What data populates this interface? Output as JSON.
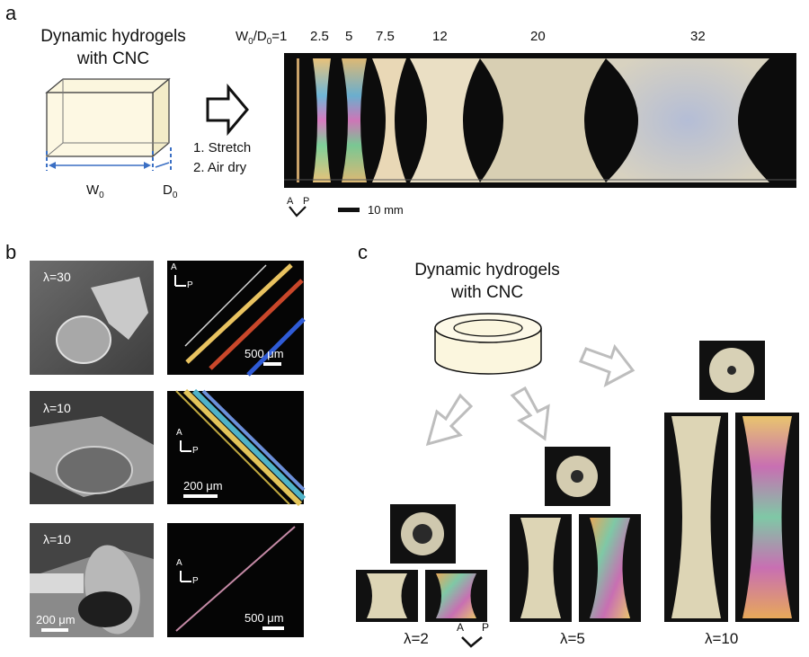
{
  "panel_a": {
    "label": "a",
    "title_line1": "Dynamic hydrogels",
    "title_line2": "with CNC",
    "w0_label": "W",
    "w0_sub": "0",
    "d0_label": "D",
    "d0_sub": "0",
    "step1": "1. Stretch",
    "step2": "2. Air dry",
    "ratio_prefix_w": "W",
    "ratio_sub1": "0",
    "ratio_slash": "/D",
    "ratio_sub2": "0",
    "ratio_eq": "=1",
    "ratios": [
      "2.5",
      "5",
      "7.5",
      "12",
      "20",
      "32"
    ],
    "axis_a": "A",
    "axis_p": "P",
    "scale": "10 mm"
  },
  "panel_b": {
    "label": "b",
    "rows": [
      {
        "lambda": "λ=30",
        "pol_scale": "500 μm",
        "sem_scale": ""
      },
      {
        "lambda": "λ=10",
        "pol_scale": "200 μm",
        "sem_scale": ""
      },
      {
        "lambda": "λ=10",
        "pol_scale": "500 μm",
        "sem_scale": "200 μm"
      }
    ],
    "axis_a": "A",
    "axis_p": "P"
  },
  "panel_c": {
    "label": "c",
    "title_line1": "Dynamic hydrogels",
    "title_line2": "with CNC",
    "lambdas": [
      "λ=2",
      "λ=5",
      "λ=10"
    ],
    "axis_a": "A",
    "axis_p": "P"
  },
  "colors": {
    "arrow_blue": "#3a6fc4",
    "hydrogel_fill": "#fbf6de",
    "photo_dark": "#0c0c0c",
    "hollow_arrow": "#bdbdbd"
  }
}
